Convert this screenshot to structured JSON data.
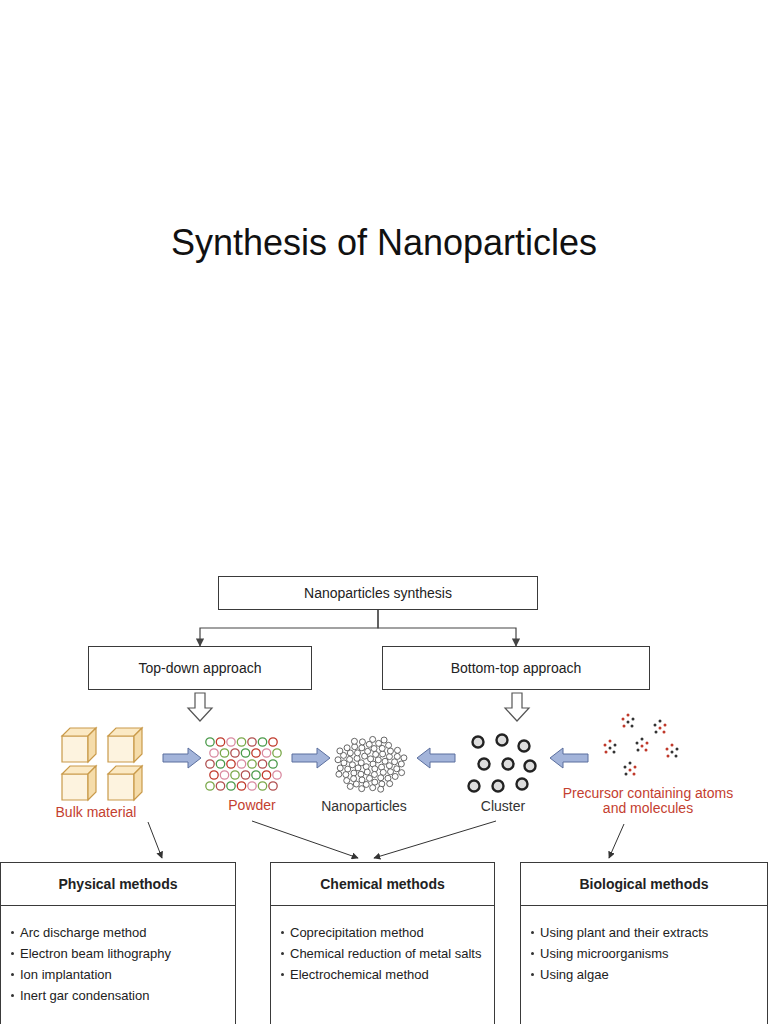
{
  "diagram": {
    "title": "Synthesis of Nanoparticles",
    "nodes": [
      {
        "text": [
          "Nanoparticles synthesis"
        ]
      },
      {
        "text": [
          "Top-down approach"
        ]
      },
      {
        "text": [
          "Bottom-top approach"
        ]
      },
      {
        "text": [
          "Physical methods",
          "Arc discharge method",
          "Electron beam lithography",
          "Ion implantation",
          "Inert gar condensation"
        ]
      },
      {
        "text": [
          "Chemical methods",
          "Coprecipitation method",
          "Chemical reduction of metal salts",
          "Electrochemical method"
        ]
      },
      {
        "text": [
          "Biological methods",
          "Using plant and their extracts",
          "Using microorganisms",
          "Using algae"
        ]
      }
    ],
    "edges": [
      {
        "from": 0,
        "to": 1,
        "arrow": "to"
      },
      {
        "from": 0,
        "to": 2,
        "arrow": "to"
      }
    ],
    "labels": [
      "Bulk material",
      "Powder",
      "Nanoparticles",
      "Cluster",
      "Precursor containing atoms and molecules"
    ]
  }
}
